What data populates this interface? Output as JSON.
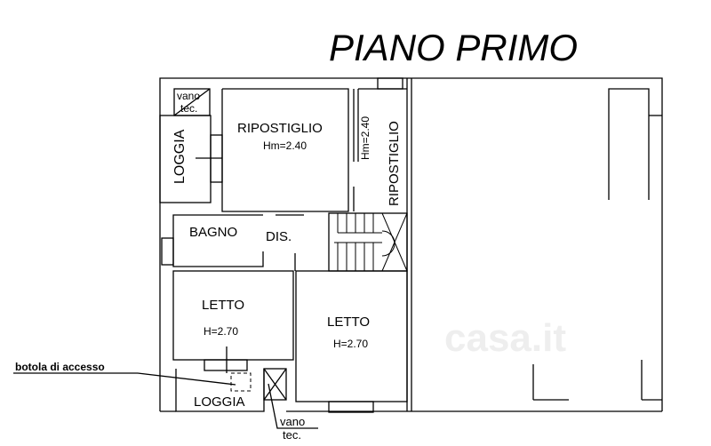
{
  "title": "PIANO PRIMO",
  "rooms": {
    "loggia_top": "LOGGIA",
    "vano_top_1": "vano",
    "vano_top_2": "tec.",
    "ripostiglio_1": "RIPOSTIGLIO",
    "ripostiglio_1_height": "Hm=2.40",
    "ripostiglio_2": "RIPOSTIGLIO",
    "ripostiglio_2_height": "Hm=2.40",
    "bagno": "BAGNO",
    "dis": "DIS.",
    "letto_1": "LETTO",
    "letto_1_height": "H=2.70",
    "letto_2": "LETTO",
    "letto_2_height": "H=2.70",
    "loggia_bottom": "LOGGIA",
    "vano_bottom_1": "vano",
    "vano_bottom_2": "tec."
  },
  "annotations": {
    "botola": "botola di accesso"
  },
  "watermark": "casa.it"
}
